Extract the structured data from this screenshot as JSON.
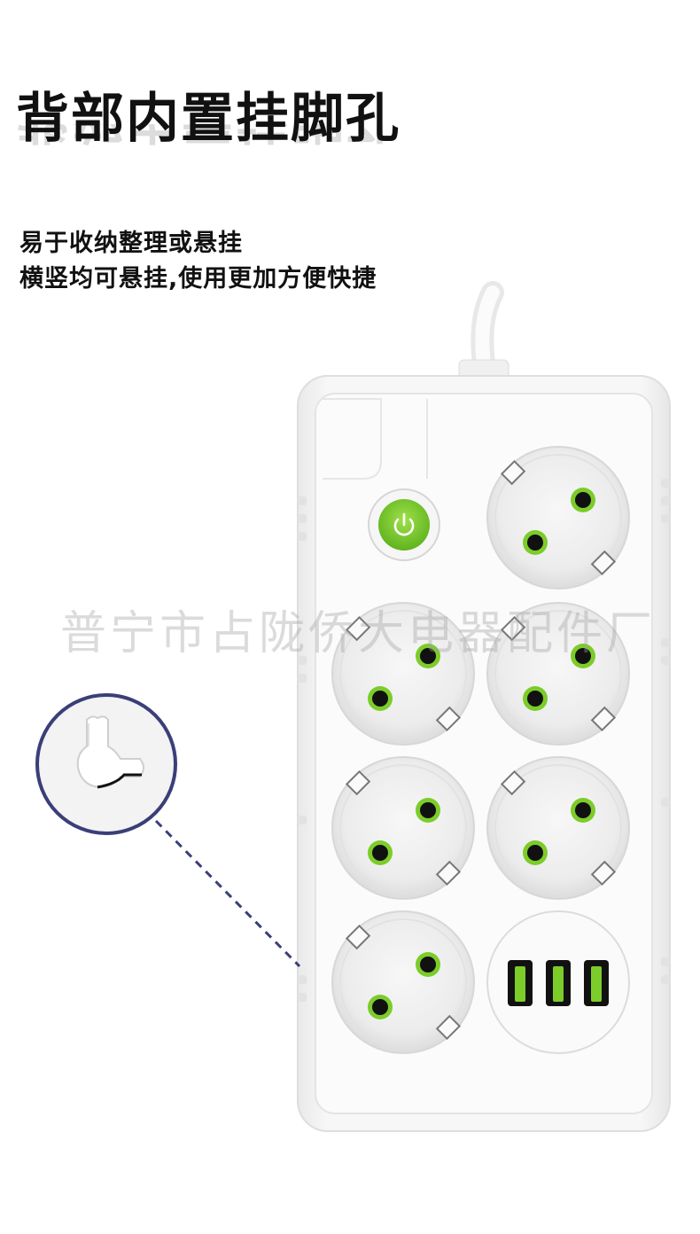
{
  "heading": "背部内置挂脚孔",
  "description": {
    "line1": "易于收纳整理或悬挂",
    "line2": "横竖均可悬挂,使用更加方便快捷"
  },
  "watermark": "普宁市占陇侨大电器配件厂",
  "colors": {
    "accent": "#7ccc2a",
    "body": "#f4f4f4",
    "dashed_line": "#3a3f78"
  },
  "product": {
    "schuko_sockets": 6,
    "usb_ports": 3,
    "power_button_icon": "power-icon",
    "hanging_hole_icon": "keyhole-icon"
  }
}
